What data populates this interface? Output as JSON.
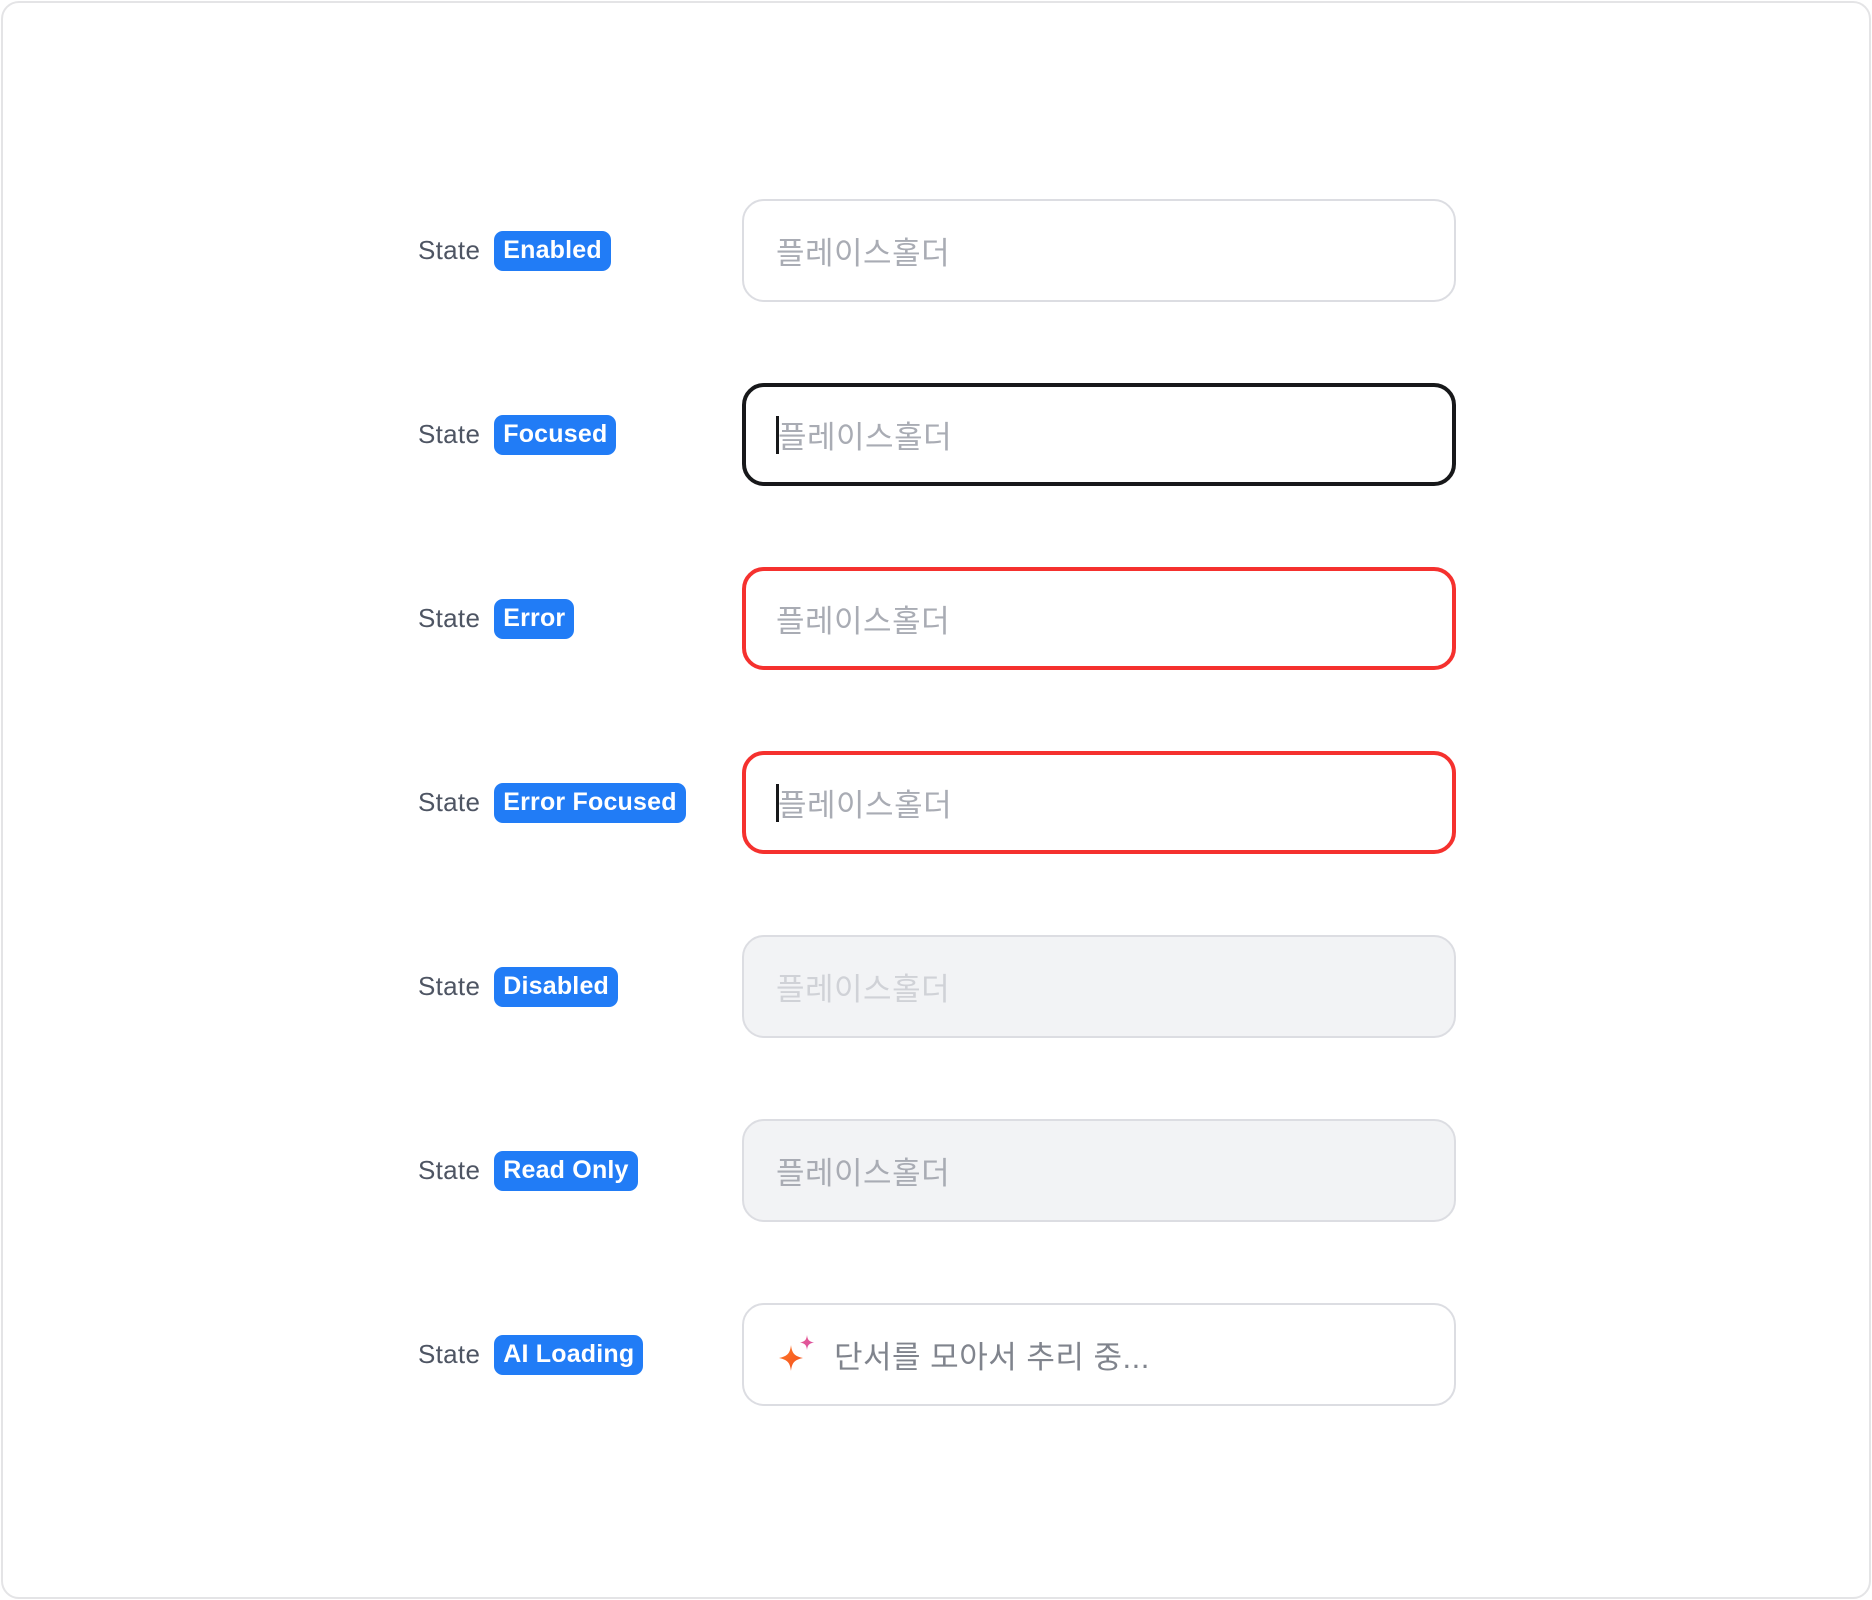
{
  "rows": [
    {
      "state_label": "State",
      "badge": "Enabled",
      "placeholder": "플레이스홀더"
    },
    {
      "state_label": "State",
      "badge": "Focused",
      "placeholder": "플레이스홀더"
    },
    {
      "state_label": "State",
      "badge": "Error",
      "placeholder": "플레이스홀더"
    },
    {
      "state_label": "State",
      "badge": "Error Focused",
      "placeholder": "플레이스홀더"
    },
    {
      "state_label": "State",
      "badge": "Disabled",
      "placeholder": "플레이스홀더"
    },
    {
      "state_label": "State",
      "badge": "Read Only",
      "placeholder": "플레이스홀더"
    },
    {
      "state_label": "State",
      "badge": "AI Loading",
      "loading_text": "단서를 모아서 추리 중...",
      "icon": "sparkle-icon"
    }
  ],
  "colors": {
    "badge": "#217cf6",
    "border_default": "#dcdde2",
    "border_focused": "#17181a",
    "border_error": "#f5312e",
    "disabled_bg": "#f2f3f5",
    "placeholder": "#a9acb4",
    "sparkle_large": "#ff5a1f",
    "sparkle_small": "#e0559a"
  }
}
